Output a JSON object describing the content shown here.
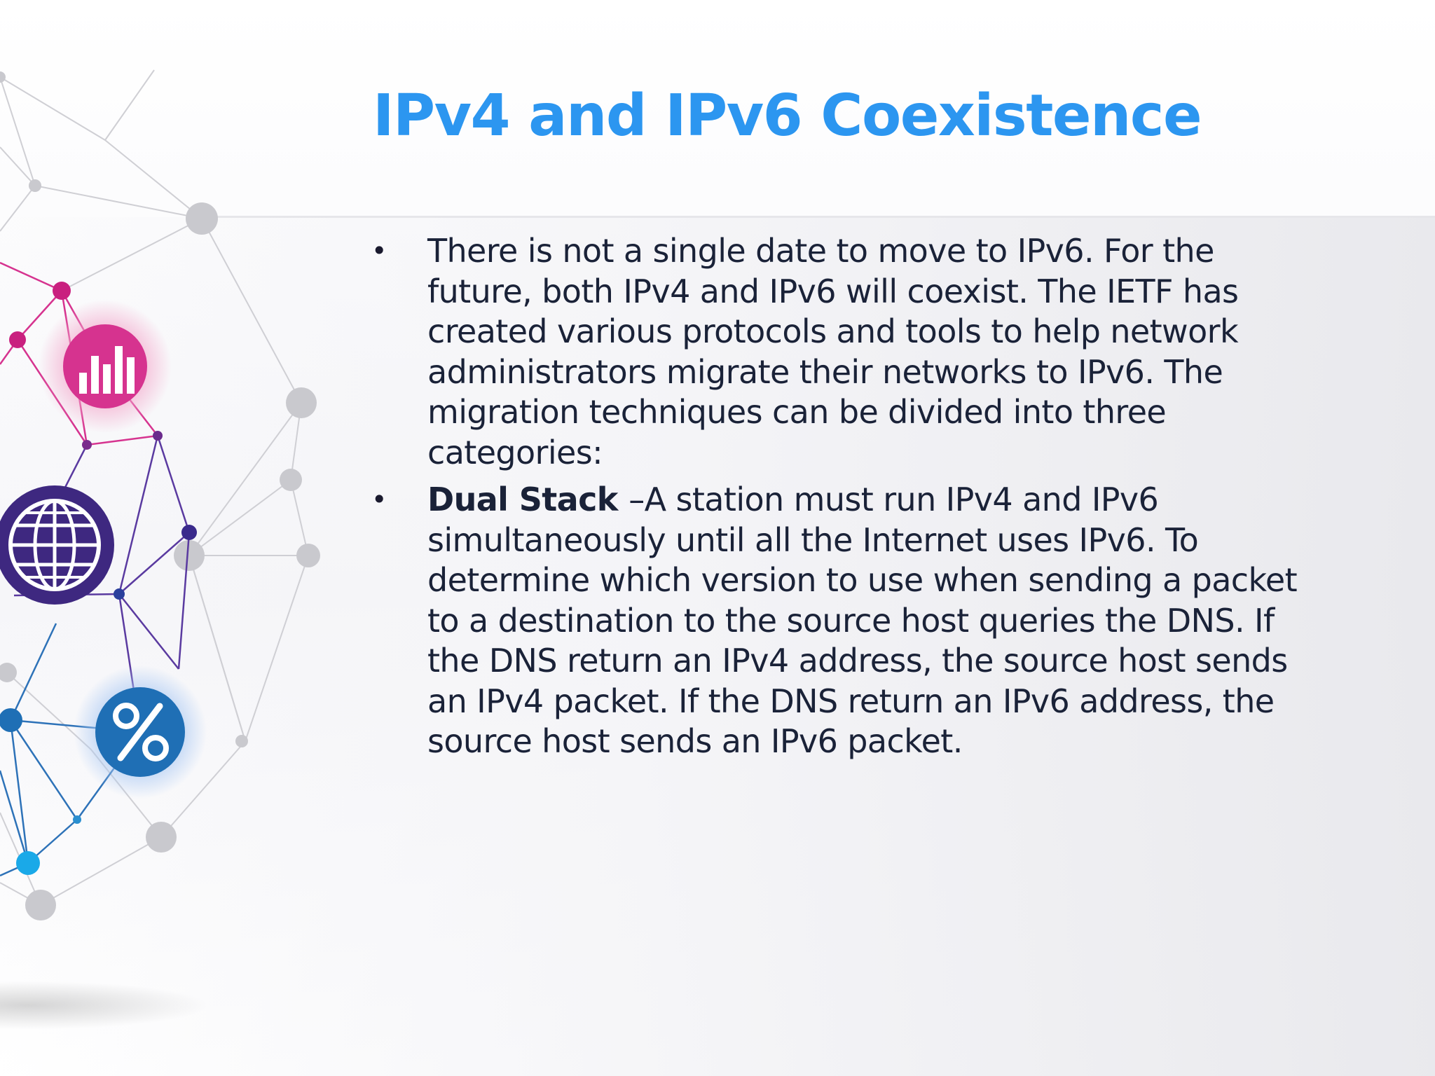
{
  "slide": {
    "title": "IPv4 and IPv6 Coexistence",
    "bullets": [
      {
        "lead": "",
        "text": "There is not a single date to move to IPv6. For the future, both IPv4 and IPv6 will coexist. The IETF has created various protocols and tools to help network administrators migrate their networks to IPv6. The migration techniques can be divided into three categories:"
      },
      {
        "lead": "Dual Stack ",
        "text": "–A station must run IPv4 and IPv6 simultaneously until all the Internet uses IPv6. To determine which version to use when sending a packet to a destination to the source host queries the DNS. If the DNS return an IPv4 address, the source host sends an IPv4 packet. If the DNS return an IPv6 address, the source host sends an IPv6 packet."
      }
    ],
    "bullet_glyph": "•"
  },
  "decoration": {
    "icons": [
      "bar-chart-icon",
      "globe-icon",
      "percent-icon"
    ],
    "colors": {
      "title": "#2c96f0",
      "text": "#1a2238",
      "magenta": "#d6338f",
      "purple": "#4a2a8c",
      "blue": "#1f6fb5",
      "cyan": "#1aa9e8",
      "node_gray": "#c8c8cc"
    }
  }
}
